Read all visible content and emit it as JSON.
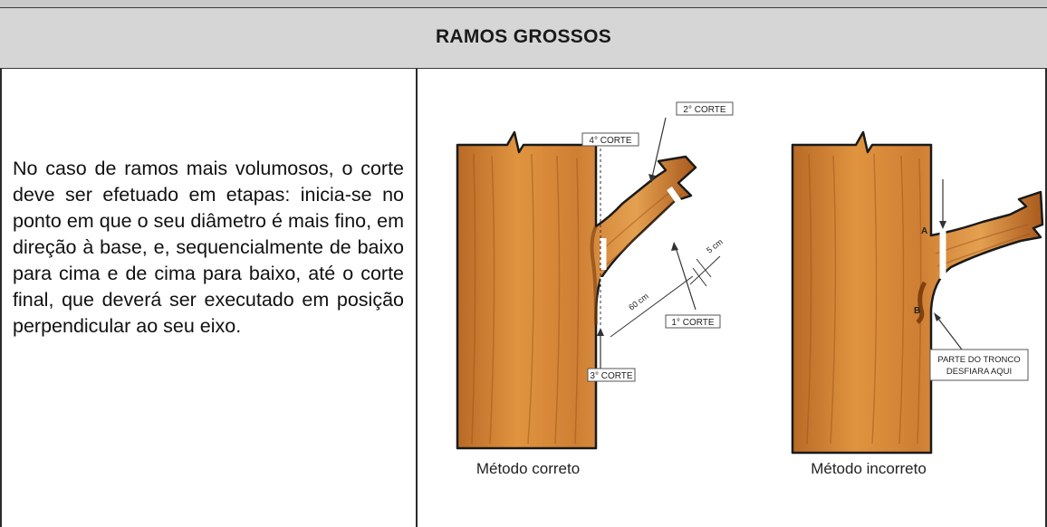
{
  "header": {
    "title": "RAMOS GROSSOS"
  },
  "text": {
    "paragraph": "No caso de ramos mais volumosos, o corte deve ser efetuado em etapas: inicia-se no ponto em que o seu diâmetro é mais fino, em direção à base, e, sequencialmente de baixo para cima e de cima para baixo, até o corte final, que deverá ser executado em posição perpendicular ao seu eixo."
  },
  "figure": {
    "correct": {
      "caption": "Método correto",
      "label_cut4": "4° CORTE",
      "label_cut2": "2° CORTE",
      "label_cut1": "1° CORTE",
      "label_cut3": "3° CORTE",
      "dim_60": "60 cm",
      "dim_5": "5 cm"
    },
    "incorrect": {
      "caption": "Método incorreto",
      "mark_a": "A",
      "mark_b": "B",
      "note_line1": "PARTE DO TRONCO",
      "note_line2": "DESFIARA AQUI"
    }
  },
  "colors": {
    "wood_base": "#d8863a",
    "wood_dark": "#a85a1c",
    "header_bg": "#d6d6d6"
  }
}
